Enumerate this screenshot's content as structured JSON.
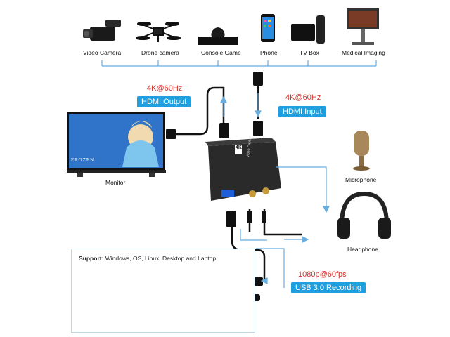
{
  "sources": [
    {
      "label": "Video Camera",
      "icon": "video-camera-icon"
    },
    {
      "label": "Drone camera",
      "icon": "drone-icon"
    },
    {
      "label": "Console Game",
      "icon": "game-console-icon"
    },
    {
      "label": "Phone",
      "icon": "phone-icon"
    },
    {
      "label": "TV Box",
      "icon": "tv-box-icon"
    },
    {
      "label": "Medical Imaging",
      "icon": "medical-imaging-icon"
    }
  ],
  "output": {
    "spec": "4K@60Hz",
    "label": "HDMI Output"
  },
  "input": {
    "spec": "4K@60Hz",
    "label": "HDMI Input"
  },
  "monitor": {
    "label": "Monitor",
    "screen_text": "FROZEN"
  },
  "device": {
    "badge": "4K",
    "text": "Video Capture"
  },
  "microphone": {
    "label": "Microphone"
  },
  "headphone": {
    "label": "Headphone"
  },
  "usb": {
    "spec": "1080p@60fps",
    "label": "USB 3.0 Recording"
  },
  "support": {
    "title": "Support:",
    "text": " Windows, OS, Linux, Desktop and Laptop"
  },
  "colors": {
    "accent": "#1f9fe0",
    "spec_red": "#d8322a",
    "line_blue": "#6aaee0"
  }
}
